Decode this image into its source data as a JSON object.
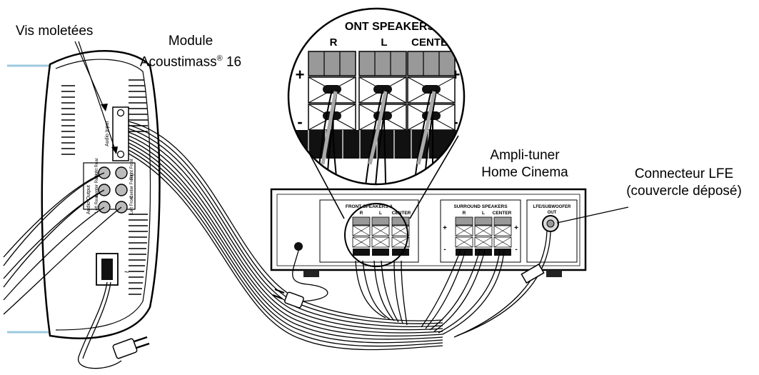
{
  "labels": {
    "thumbscrews": "Vis moletées",
    "module_line1": "Module",
    "module_line2_prefix": "Acoustimass",
    "module_reg": "®",
    "module_line2_suffix": " 16",
    "receiver_line1": "Ampli-tuner",
    "receiver_line2": "Home Cinema",
    "lfe_line1": "Connecteur LFE",
    "lfe_line2": "(couvercle déposé)"
  },
  "zoom": {
    "title": "ONT SPEAKERS",
    "ch_r": "R",
    "ch_l": "L",
    "ch_center": "CENTER",
    "plus": "+",
    "minus": "-"
  },
  "receiver": {
    "front_title": "FRONT SPEAKERS A",
    "surround_title": "SURROUND SPEAKERS",
    "ch_r": "R",
    "ch_l": "L",
    "ch_center": "CENTER",
    "lfe_line1": "LFE/SUBWOOFER",
    "lfe_line2": "OUT"
  },
  "module_panel": {
    "audio_input": "Audio Input",
    "audio_output": "Audio Output",
    "right_rear": "Right Rear",
    "center_rear": "Center Rear",
    "left_rear": "Left Rear",
    "right_front": "Right Front",
    "center_front": "Center Front",
    "left_front": "Left Front",
    "power_symbol": "~"
  }
}
